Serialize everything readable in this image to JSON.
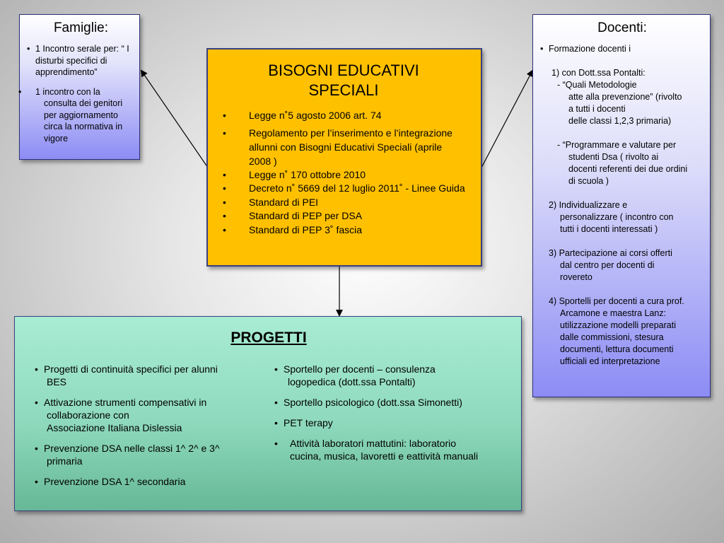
{
  "famiglie": {
    "title": "Famiglie:",
    "items": [
      "1 Incontro serale per: “ I disturbi specifici di apprendimento”",
      "1 incontro con la consulta dei genitori per aggiornamento circa la normativa in vigore"
    ]
  },
  "bisogni": {
    "title_line1": "BISOGNI EDUCATIVI",
    "title_line2": "SPECIALI",
    "items": [
      "Legge n˚5 agosto 2006 art. 74",
      "Regolamento per l’inserimento e l’integrazione allunni con Bisogni Educativi Speciali  (aprile 2008 )",
      "Legge n˚ 170 ottobre 2010",
      "Decreto n˚ 5669 del 12 luglio 2011˚ - Linee Guida",
      "Standard di PEI",
      "Standard di PEP per DSA",
      "Standard di PEP 3˚ fascia"
    ]
  },
  "docenti": {
    "title": "Docenti:",
    "intro": "Formazione docenti i",
    "sub1": "1) con Dott.ssa Pontalti:",
    "dash1_first": "- “Quali Metodologie",
    "dash1_cont": [
      "atte alla prevenzione”  (rivolto",
      "a tutti i docenti",
      "delle classi 1,2,3 primaria)"
    ],
    "dash2_first": "- “Programmare e valutare per",
    "dash2_cont": [
      "studenti Dsa ( rivolto ai",
      "docenti referenti dei due ordini",
      "di scuola )"
    ],
    "n2_first": "2) Individualizzare e",
    "n2_cont": [
      "personalizzare ( incontro con",
      "tutti i docenti interessati )"
    ],
    "n3_first": "3) Partecipazione ai corsi offerti",
    "n3_cont": [
      "dal centro per docenti di",
      "rovereto"
    ],
    "n4_first": "4) Sportelli per docenti a cura prof.",
    "n4_cont": [
      "Arcamone e maestra Lanz:",
      "utilizzazione modelli preparati",
      "dalle commissioni, stesura",
      "documenti, lettura documenti",
      "ufficiali ed interpretazione"
    ]
  },
  "progetti": {
    "title": "PROGETTI",
    "left": [
      [
        "Progetti di continuità specifici per alunni",
        "BES"
      ],
      [
        "Attivazione strumenti compensativi in",
        "collaborazione con",
        "Associazione Italiana Dislessia"
      ],
      [
        "Prevenzione DSA nelle classi 1^  2^ e 3^",
        "primaria"
      ],
      [
        "Prevenzione DSA 1^ secondaria"
      ]
    ],
    "right": [
      [
        "Sportello per docenti – consulenza",
        "logopedica (dott.ssa Pontalti)"
      ],
      [
        "Sportello psicologico (dott.ssa Simonetti)"
      ],
      [
        "PET terapy"
      ],
      [
        "Attività laboratori mattutini: laboratorio",
        "cucina, musica, lavoretti e eattività manuali"
      ]
    ]
  }
}
